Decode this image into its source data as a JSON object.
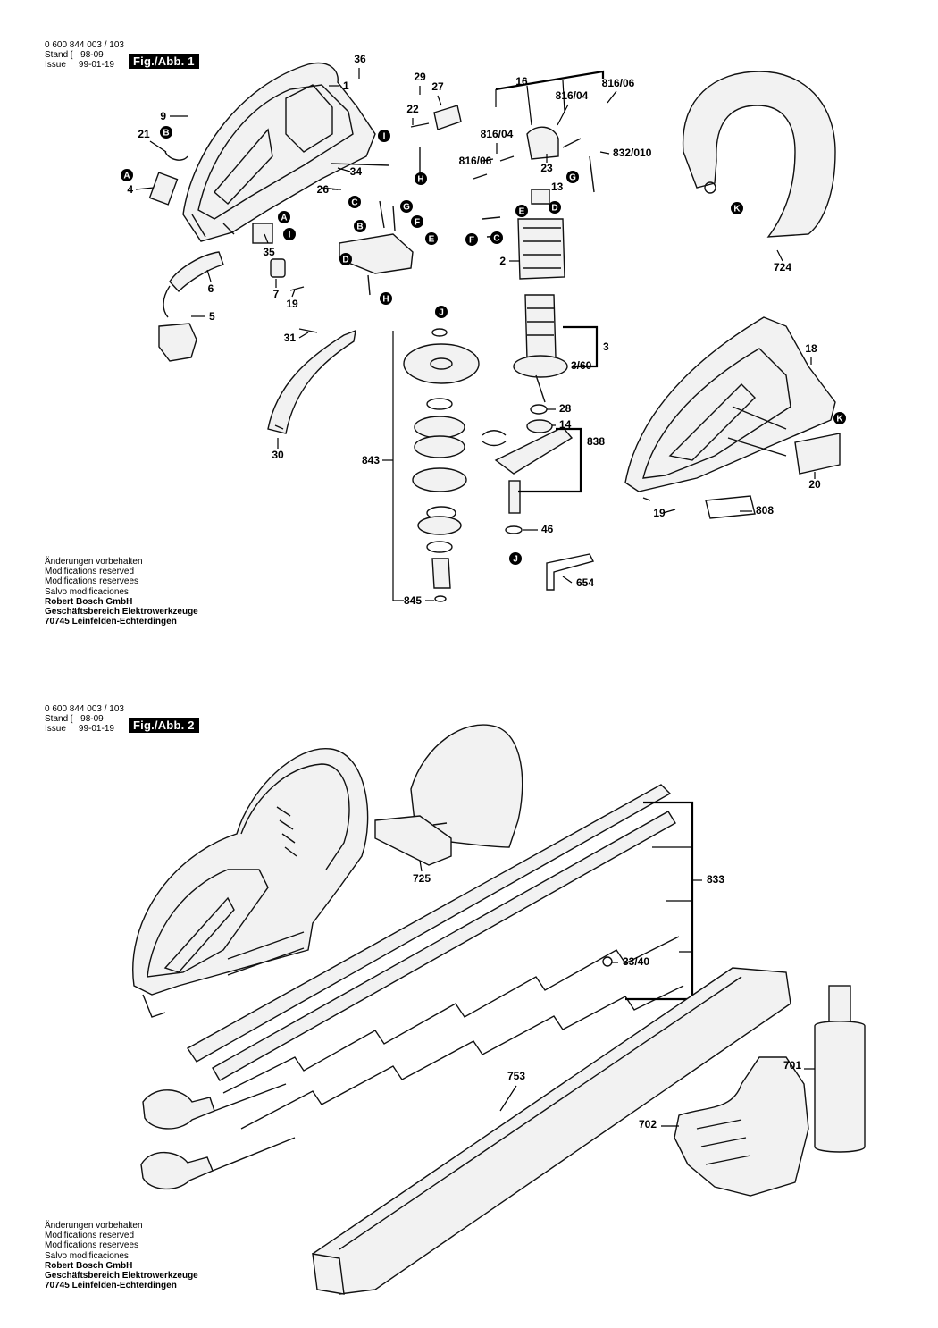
{
  "sheets": [
    {
      "doc_number": "0 600 844 003 / 103",
      "stand_label": "Stand",
      "stand_value": "98-09",
      "issue_label": "Issue",
      "issue_value": "99-01-19",
      "figure_label": "Fig./Abb. 1",
      "notes": [
        "Änderungen vorbehalten",
        "Modifications reserved",
        "Modifications reservees",
        "Salvo modificaciones"
      ],
      "company": [
        "Robert Bosch GmbH",
        "Geschäftsbereich Elektrowerkzeuge",
        "70745 Leinfelden-Echterdingen"
      ]
    },
    {
      "doc_number": "0 600 844 003 / 103",
      "stand_label": "Stand",
      "stand_value": "98-09",
      "issue_label": "Issue",
      "issue_value": "99-01-19",
      "figure_label": "Fig./Abb. 2",
      "notes": [
        "Änderungen vorbehalten",
        "Modifications reserved",
        "Modifications reservees",
        "Salvo modificaciones"
      ],
      "company": [
        "Robert Bosch GmbH",
        "Geschäftsbereich Elektrowerkzeuge",
        "70745 Leinfelden-Echterdingen"
      ]
    }
  ],
  "fig1_callouts": [
    "36",
    "1",
    "29",
    "27",
    "9",
    "22",
    "21",
    "4",
    "34",
    "26",
    "35",
    "6",
    "7",
    "19",
    "5",
    "31",
    "30",
    "16",
    "816/06",
    "816/04",
    "816/04",
    "816/06",
    "23",
    "832/010",
    "13",
    "2",
    "3",
    "3/60",
    "28",
    "14",
    "838",
    "46",
    "654",
    "843",
    "845",
    "724",
    "18",
    "20",
    "19",
    "808"
  ],
  "fig1_markers": [
    "B",
    "A",
    "I",
    "C",
    "G",
    "A",
    "I",
    "B",
    "F",
    "E",
    "D",
    "H",
    "H",
    "E",
    "D",
    "F",
    "C",
    "G",
    "J",
    "J",
    "K",
    "K"
  ],
  "fig2_callouts": [
    "725",
    "833",
    "33/40",
    "753",
    "701",
    "702"
  ]
}
